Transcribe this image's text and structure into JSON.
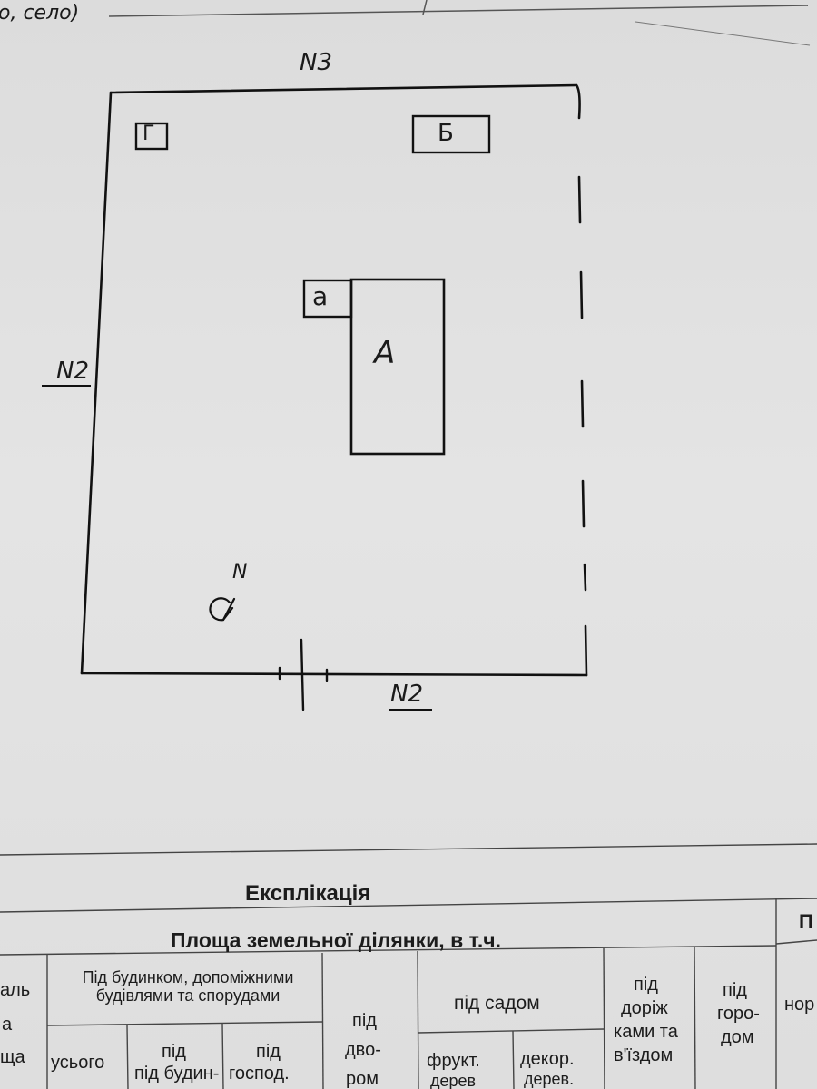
{
  "header": {
    "fragment_left": "о, село)"
  },
  "plan": {
    "border_labels": {
      "top": "N3",
      "left": "N2",
      "bottom": "N2"
    },
    "buildings": {
      "g_label": "Г",
      "b_label": "Б",
      "a_small_label": "а",
      "a_main_label": "А"
    },
    "north_arrow_label": "N"
  },
  "explication": {
    "title": "Експлікація",
    "subtitle": "Площа земельної ділянки, в т.ч.",
    "right_top_fragment": "П",
    "left_fragment_lines": [
      "аль",
      "а",
      "ща"
    ],
    "group_buildings": "Під будинком, допоміжними будівлями та спорудами",
    "col_total": "усього",
    "col_under_house": "під будин-",
    "col_under_house_top": "під",
    "col_household_top": "під",
    "col_household": "господ.",
    "col_yard_lines": [
      "під",
      "дво-",
      "ром"
    ],
    "group_garden": "під садом",
    "col_fruit_lines": [
      "фрукт.",
      "дерев"
    ],
    "col_decor_lines": [
      "декор.",
      "дерев."
    ],
    "col_roads_lines": [
      "під",
      "доріж",
      "ками та",
      "в'їздом"
    ],
    "col_vegetable_lines": [
      "під",
      "горо-",
      "дом"
    ],
    "col_right_fragment": "нор"
  }
}
